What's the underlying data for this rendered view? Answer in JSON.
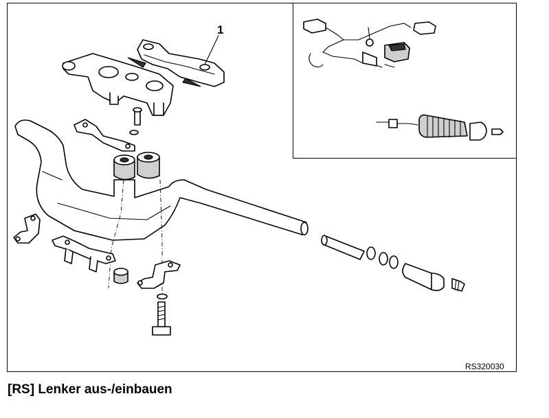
{
  "diagram": {
    "part_label": "1",
    "image_code": "RS320030"
  },
  "caption": "[RS] Lenker aus-/einbauen",
  "icons": {
    "top_clamp": "handlebar-clamp-icon",
    "triple_clamp": "fork-bridge-icon",
    "handlebar": "handlebar-tube-icon",
    "wiring": "wiring-harness-icon",
    "grip": "heated-grip-icon"
  }
}
